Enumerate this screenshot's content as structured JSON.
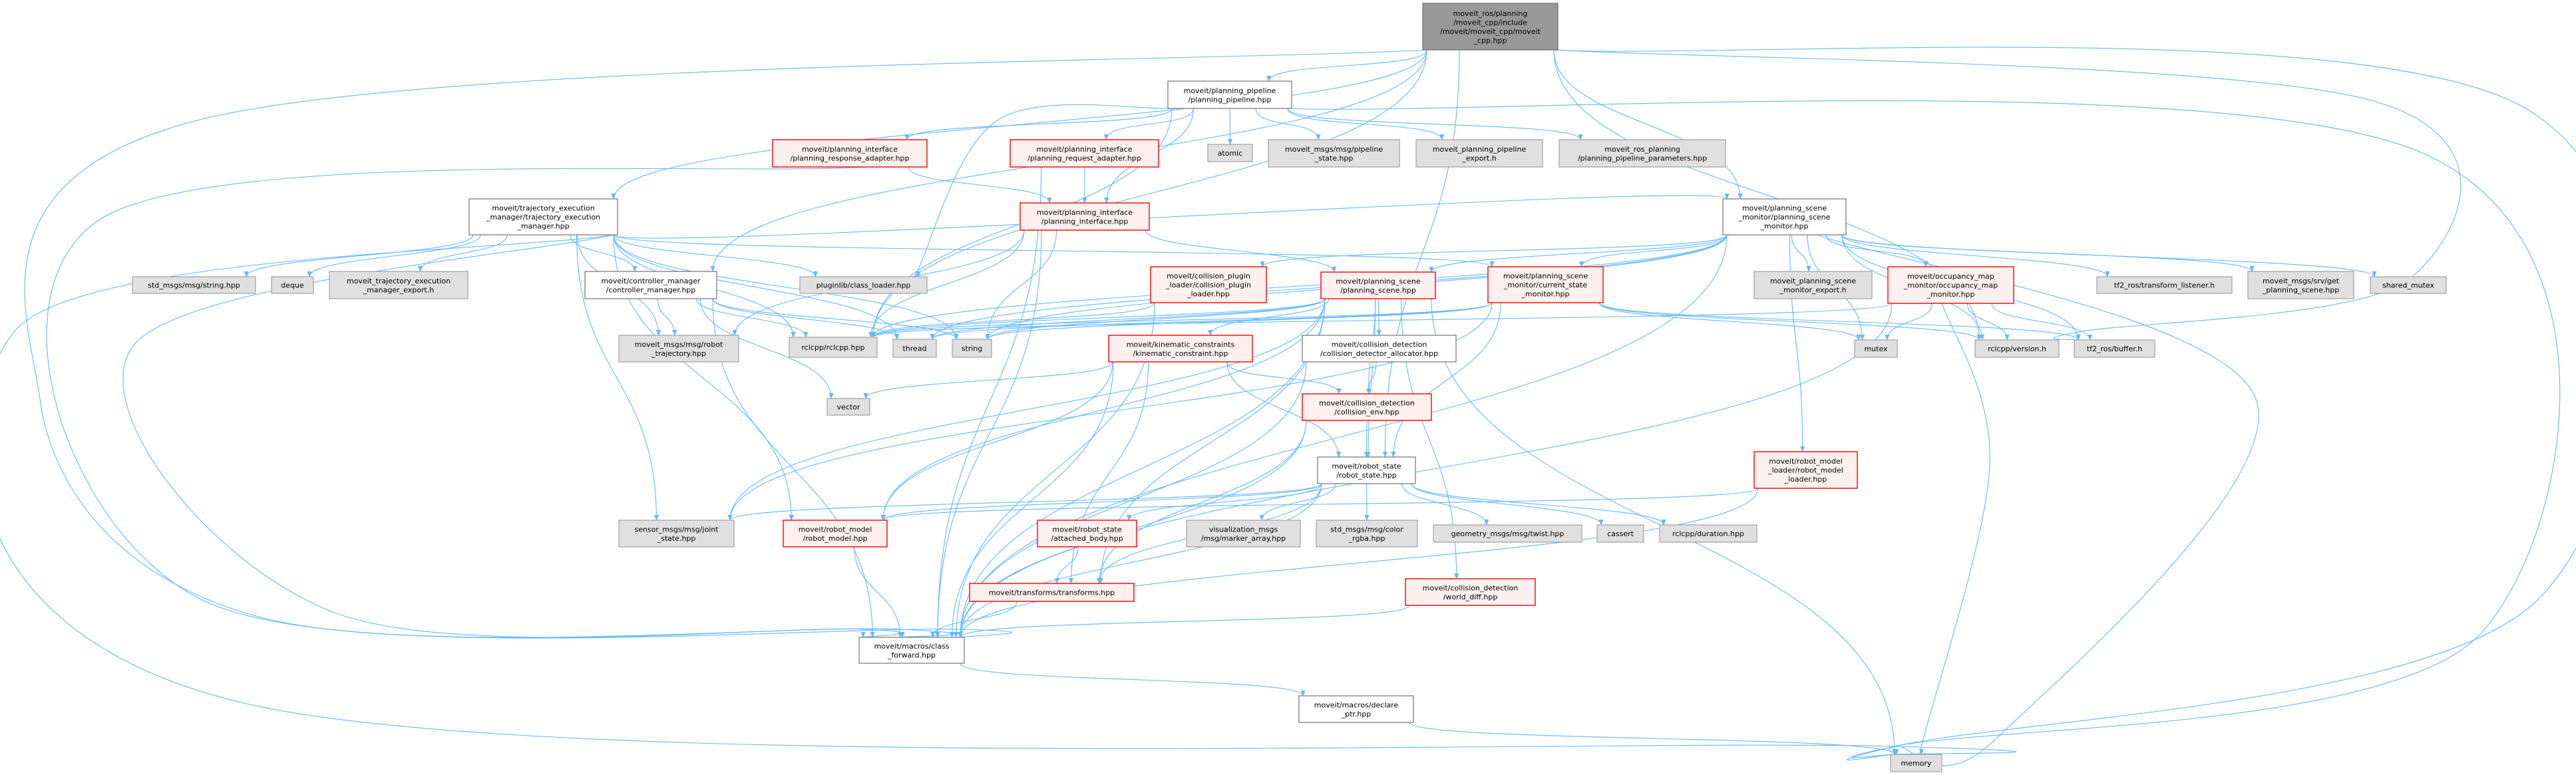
{
  "title": "moveit_ros/planning/moveit_cpp/include/moveit/moveit_cpp/moveit_cpp.hpp include dependency graph",
  "colors": {
    "edge": "#63b8ff",
    "focus_fill": "#999999",
    "focus_stroke": "#666666",
    "doc_fill": "#ffffff",
    "doc_stroke": "#666666",
    "red_fill": "#fff0f0",
    "red_stroke": "#ff0000",
    "ext_fill": "#e0e0e0",
    "ext_stroke": "#999999"
  },
  "nodes": [
    {
      "id": "top",
      "kind": "focus",
      "lines": [
        "moveit_ros/planning",
        "/moveit_cpp/include",
        "/moveit/moveit_cpp/moveit",
        "_cpp.hpp"
      ]
    },
    {
      "id": "pipeline",
      "kind": "doc",
      "lines": [
        "moveit/planning_pipeline",
        "/planning_pipeline.hpp"
      ]
    },
    {
      "id": "response_adapter",
      "kind": "red",
      "lines": [
        "moveit/planning_interface",
        "/planning_response_adapter.hpp"
      ]
    },
    {
      "id": "request_adapter",
      "kind": "red",
      "lines": [
        "moveit/planning_interface",
        "/planning_request_adapter.hpp"
      ]
    },
    {
      "id": "atomic",
      "kind": "ext",
      "lines": [
        "atomic"
      ]
    },
    {
      "id": "pipeline_state",
      "kind": "ext",
      "lines": [
        "moveit_msgs/msg/pipeline",
        "_state.hpp"
      ]
    },
    {
      "id": "pipeline_export",
      "kind": "ext",
      "lines": [
        "moveit_planning_pipeline",
        "_export.h"
      ]
    },
    {
      "id": "pipeline_params",
      "kind": "ext",
      "lines": [
        "moveit_ros_planning",
        "/planning_pipeline_parameters.hpp"
      ]
    },
    {
      "id": "planning_interface",
      "kind": "red",
      "lines": [
        "moveit/planning_interface",
        "/planning_interface.hpp"
      ]
    },
    {
      "id": "traj_mgr",
      "kind": "doc",
      "lines": [
        "moveit/trajectory_execution",
        "_manager/trajectory_execution",
        "_manager.hpp"
      ]
    },
    {
      "id": "psm",
      "kind": "doc",
      "lines": [
        "moveit/planning_scene",
        "_monitor/planning_scene",
        "_monitor.hpp"
      ]
    },
    {
      "id": "string_msg",
      "kind": "ext",
      "lines": [
        "std_msgs/msg/string.hpp"
      ]
    },
    {
      "id": "deque",
      "kind": "ext",
      "lines": [
        "deque"
      ]
    },
    {
      "id": "traj_export",
      "kind": "ext",
      "lines": [
        "moveit_trajectory_execution",
        "_manager_export.h"
      ]
    },
    {
      "id": "controller_mgr",
      "kind": "doc",
      "lines": [
        "moveit/controller_manager",
        "/controller_manager.hpp"
      ]
    },
    {
      "id": "pluginlib",
      "kind": "ext",
      "lines": [
        "pluginlib/class_loader.hpp"
      ]
    },
    {
      "id": "collision_plugin_loader",
      "kind": "red",
      "lines": [
        "moveit/collision_plugin",
        "_loader/collision_plugin",
        "_loader.hpp"
      ]
    },
    {
      "id": "planning_scene",
      "kind": "red",
      "lines": [
        "moveit/planning_scene",
        "/planning_scene.hpp"
      ]
    },
    {
      "id": "current_state_monitor",
      "kind": "red",
      "lines": [
        "moveit/planning_scene",
        "_monitor/current_state",
        "_monitor.hpp"
      ]
    },
    {
      "id": "psm_export",
      "kind": "ext",
      "lines": [
        "moveit_planning_scene",
        "_monitor_export.h"
      ]
    },
    {
      "id": "occupancy",
      "kind": "red",
      "lines": [
        "moveit/occupancy_map",
        "_monitor/occupancy_map",
        "_monitor.hpp"
      ]
    },
    {
      "id": "tf2_listener",
      "kind": "ext",
      "lines": [
        "tf2_ros/transform_listener.h"
      ]
    },
    {
      "id": "get_planning_scene",
      "kind": "ext",
      "lines": [
        "moveit_msgs/srv/get",
        "_planning_scene.hpp"
      ]
    },
    {
      "id": "shared_mutex",
      "kind": "ext",
      "lines": [
        "shared_mutex"
      ]
    },
    {
      "id": "robot_trajectory",
      "kind": "ext",
      "lines": [
        "moveit_msgs/msg/robot",
        "_trajectory.hpp"
      ]
    },
    {
      "id": "rclcpp",
      "kind": "ext",
      "lines": [
        "rclcpp/rclcpp.hpp"
      ]
    },
    {
      "id": "thread",
      "kind": "ext",
      "lines": [
        "thread"
      ]
    },
    {
      "id": "string",
      "kind": "ext",
      "lines": [
        "string"
      ]
    },
    {
      "id": "kinematic",
      "kind": "red",
      "lines": [
        "moveit/kinematic_constraints",
        "/kinematic_constraint.hpp"
      ]
    },
    {
      "id": "cd_allocator",
      "kind": "doc",
      "lines": [
        "moveit/collision_detection",
        "/collision_detector_allocator.hpp"
      ]
    },
    {
      "id": "mutex",
      "kind": "ext",
      "lines": [
        "mutex"
      ]
    },
    {
      "id": "version",
      "kind": "ext",
      "lines": [
        "rclcpp/version.h"
      ]
    },
    {
      "id": "buffer",
      "kind": "ext",
      "lines": [
        "tf2_ros/buffer.h"
      ]
    },
    {
      "id": "vector",
      "kind": "ext",
      "lines": [
        "vector"
      ]
    },
    {
      "id": "collision_env",
      "kind": "red",
      "lines": [
        "moveit/collision_detection",
        "/collision_env.hpp"
      ]
    },
    {
      "id": "robot_state",
      "kind": "doc",
      "lines": [
        "moveit/robot_state",
        "/robot_state.hpp"
      ]
    },
    {
      "id": "robot_model_loader",
      "kind": "red",
      "lines": [
        "moveit/robot_model",
        "_loader/robot_model",
        "_loader.hpp"
      ]
    },
    {
      "id": "sensor_joint",
      "kind": "ext",
      "lines": [
        "sensor_msgs/msg/joint",
        "_state.hpp"
      ]
    },
    {
      "id": "robot_model",
      "kind": "red",
      "lines": [
        "moveit/robot_model",
        "/robot_model.hpp"
      ]
    },
    {
      "id": "attached_body",
      "kind": "red",
      "lines": [
        "moveit/robot_state",
        "/attached_body.hpp"
      ]
    },
    {
      "id": "marker_array",
      "kind": "ext",
      "lines": [
        "visualization_msgs",
        "/msg/marker_array.hpp"
      ]
    },
    {
      "id": "color_rgba",
      "kind": "ext",
      "lines": [
        "std_msgs/msg/color",
        "_rgba.hpp"
      ]
    },
    {
      "id": "twist",
      "kind": "ext",
      "lines": [
        "geometry_msgs/msg/twist.hpp"
      ]
    },
    {
      "id": "cassert",
      "kind": "ext",
      "lines": [
        "cassert"
      ]
    },
    {
      "id": "duration",
      "kind": "ext",
      "lines": [
        "rclcpp/duration.hpp"
      ]
    },
    {
      "id": "transforms",
      "kind": "red",
      "lines": [
        "moveit/transforms/transforms.hpp"
      ]
    },
    {
      "id": "world_diff",
      "kind": "red",
      "lines": [
        "moveit/collision_detection",
        "/world_diff.hpp"
      ]
    },
    {
      "id": "class_forward",
      "kind": "doc",
      "lines": [
        "moveit/macros/class",
        "_forward.hpp"
      ]
    },
    {
      "id": "declare_ptr",
      "kind": "doc",
      "lines": [
        "moveit/macros/declare",
        "_ptr.hpp"
      ]
    },
    {
      "id": "memory",
      "kind": "ext",
      "lines": [
        "memory"
      ]
    }
  ],
  "edges": [
    [
      "top",
      "pipeline"
    ],
    [
      "top",
      "traj_mgr"
    ],
    [
      "top",
      "controller_mgr"
    ],
    [
      "top",
      "psm"
    ],
    [
      "top",
      "robot_state"
    ],
    [
      "top",
      "rclcpp"
    ],
    [
      "top",
      "version"
    ],
    [
      "top",
      "buffer"
    ],
    [
      "top",
      "memory"
    ],
    [
      "top",
      "class_forward"
    ],
    [
      "pipeline",
      "response_adapter"
    ],
    [
      "pipeline",
      "request_adapter"
    ],
    [
      "pipeline",
      "atomic"
    ],
    [
      "pipeline",
      "pipeline_state"
    ],
    [
      "pipeline",
      "pipeline_export"
    ],
    [
      "pipeline",
      "pipeline_params"
    ],
    [
      "pipeline",
      "planning_interface"
    ],
    [
      "pipeline",
      "pluginlib"
    ],
    [
      "pipeline",
      "rclcpp"
    ],
    [
      "pipeline",
      "memory"
    ],
    [
      "response_adapter",
      "planning_interface"
    ],
    [
      "response_adapter",
      "class_forward"
    ],
    [
      "request_adapter",
      "planning_interface"
    ],
    [
      "request_adapter",
      "class_forward"
    ],
    [
      "planning_interface",
      "planning_scene"
    ],
    [
      "planning_interface",
      "robot_trajectory"
    ],
    [
      "planning_interface",
      "rclcpp"
    ],
    [
      "planning_interface",
      "string"
    ],
    [
      "planning_interface",
      "class_forward"
    ],
    [
      "traj_mgr",
      "string_msg"
    ],
    [
      "traj_mgr",
      "deque"
    ],
    [
      "traj_mgr",
      "traj_export"
    ],
    [
      "traj_mgr",
      "controller_mgr"
    ],
    [
      "traj_mgr",
      "robot_trajectory"
    ],
    [
      "traj_mgr",
      "rclcpp"
    ],
    [
      "traj_mgr",
      "pluginlib"
    ],
    [
      "traj_mgr",
      "current_state_monitor"
    ],
    [
      "traj_mgr",
      "psm"
    ],
    [
      "traj_mgr",
      "sensor_joint"
    ],
    [
      "traj_mgr",
      "robot_model"
    ],
    [
      "traj_mgr",
      "class_forward"
    ],
    [
      "traj_mgr",
      "memory"
    ],
    [
      "traj_mgr",
      "thread"
    ],
    [
      "traj_mgr",
      "string"
    ],
    [
      "controller_mgr",
      "robot_trajectory"
    ],
    [
      "controller_mgr",
      "rclcpp"
    ],
    [
      "controller_mgr",
      "vector"
    ],
    [
      "controller_mgr",
      "class_forward"
    ],
    [
      "controller_mgr",
      "string"
    ],
    [
      "controller_mgr",
      "thread"
    ],
    [
      "psm",
      "planning_scene"
    ],
    [
      "psm",
      "collision_plugin_loader"
    ],
    [
      "psm",
      "current_state_monitor"
    ],
    [
      "psm",
      "occupancy"
    ],
    [
      "psm",
      "psm_export"
    ],
    [
      "psm",
      "tf2_listener"
    ],
    [
      "psm",
      "get_planning_scene"
    ],
    [
      "psm",
      "shared_mutex"
    ],
    [
      "psm",
      "mutex"
    ],
    [
      "psm",
      "version"
    ],
    [
      "psm",
      "buffer"
    ],
    [
      "psm",
      "rclcpp"
    ],
    [
      "psm",
      "thread"
    ],
    [
      "psm",
      "string"
    ],
    [
      "psm",
      "robot_model_loader"
    ],
    [
      "psm",
      "memory"
    ],
    [
      "psm",
      "class_forward"
    ],
    [
      "collision_plugin_loader",
      "rclcpp"
    ],
    [
      "collision_plugin_loader",
      "class_forward"
    ],
    [
      "current_state_monitor",
      "robot_state"
    ],
    [
      "current_state_monitor",
      "rclcpp"
    ],
    [
      "current_state_monitor",
      "mutex"
    ],
    [
      "current_state_monitor",
      "buffer"
    ],
    [
      "current_state_monitor",
      "version"
    ],
    [
      "current_state_monitor",
      "sensor_joint"
    ],
    [
      "current_state_monitor",
      "thread"
    ],
    [
      "current_state_monitor",
      "string"
    ],
    [
      "occupancy",
      "mutex"
    ],
    [
      "occupancy",
      "version"
    ],
    [
      "occupancy",
      "buffer"
    ],
    [
      "occupancy",
      "memory"
    ],
    [
      "occupancy",
      "rclcpp"
    ],
    [
      "occupancy",
      "class_forward"
    ],
    [
      "planning_scene",
      "kinematic"
    ],
    [
      "planning_scene",
      "cd_allocator"
    ],
    [
      "planning_scene",
      "collision_env"
    ],
    [
      "planning_scene",
      "robot_state"
    ],
    [
      "planning_scene",
      "robot_model"
    ],
    [
      "planning_scene",
      "transforms"
    ],
    [
      "planning_scene",
      "world_diff"
    ],
    [
      "planning_scene",
      "memory"
    ],
    [
      "planning_scene",
      "thread"
    ],
    [
      "planning_scene",
      "string"
    ],
    [
      "planning_scene",
      "rclcpp"
    ],
    [
      "planning_scene",
      "class_forward"
    ],
    [
      "planning_scene",
      "sensor_joint"
    ],
    [
      "kinematic",
      "robot_state"
    ],
    [
      "kinematic",
      "robot_model"
    ],
    [
      "kinematic",
      "collision_env"
    ],
    [
      "kinematic",
      "class_forward"
    ],
    [
      "kinematic",
      "vector"
    ],
    [
      "kinematic",
      "transforms"
    ],
    [
      "cd_allocator",
      "collision_env"
    ],
    [
      "cd_allocator",
      "class_forward"
    ],
    [
      "collision_env",
      "robot_state"
    ],
    [
      "collision_env",
      "class_forward"
    ],
    [
      "collision_env",
      "transforms"
    ],
    [
      "robot_state",
      "robot_model"
    ],
    [
      "robot_state",
      "attached_body"
    ],
    [
      "robot_state",
      "marker_array"
    ],
    [
      "robot_state",
      "color_rgba"
    ],
    [
      "robot_state",
      "twist"
    ],
    [
      "robot_state",
      "cassert"
    ],
    [
      "robot_state",
      "duration"
    ],
    [
      "robot_state",
      "transforms"
    ],
    [
      "robot_state",
      "sensor_joint"
    ],
    [
      "robot_state",
      "class_forward"
    ],
    [
      "attached_body",
      "transforms"
    ],
    [
      "robot_model",
      "class_forward"
    ],
    [
      "transforms",
      "class_forward"
    ],
    [
      "world_diff",
      "class_forward"
    ],
    [
      "robot_model_loader",
      "robot_model"
    ],
    [
      "robot_model_loader",
      "class_forward"
    ],
    [
      "class_forward",
      "declare_ptr"
    ],
    [
      "declare_ptr",
      "memory"
    ]
  ]
}
